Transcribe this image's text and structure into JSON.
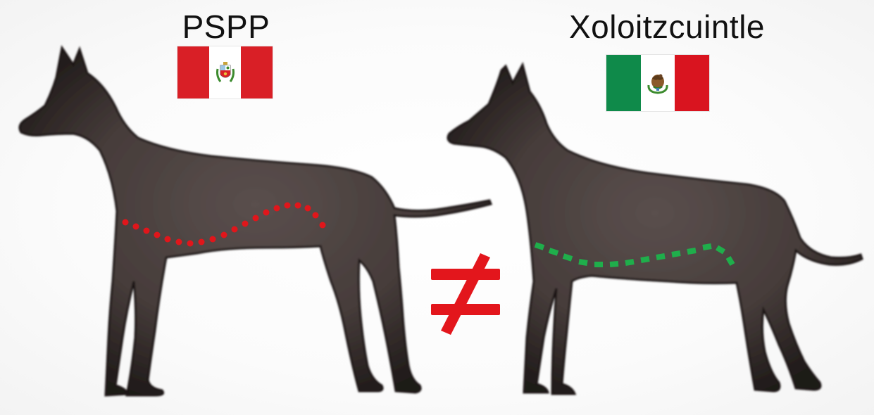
{
  "left_breed": {
    "name": "PSPP",
    "flag": {
      "country": "Peru",
      "colors": [
        "#d91f26",
        "#ffffff",
        "#d91f26"
      ]
    },
    "underline_style": "dotted",
    "underline_color": "#e0161b"
  },
  "right_breed": {
    "name": "Xoloitzcuintle",
    "flag": {
      "country": "Mexico",
      "colors": [
        "#0f8a4a",
        "#ffffff",
        "#d9141f"
      ]
    },
    "underline_style": "dashed",
    "underline_color": "#1fae4b"
  },
  "comparison_symbol": {
    "glyph": "not-equal",
    "color": "#e3161c"
  },
  "dog_color": "#3a3030"
}
